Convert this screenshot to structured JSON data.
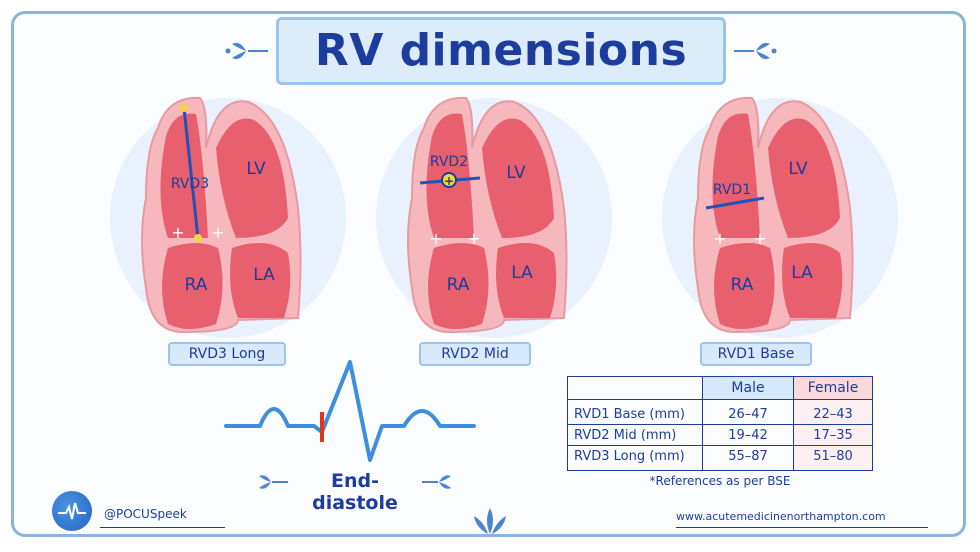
{
  "title": "RV dimensions",
  "views": [
    {
      "caption": "RVD3 Long",
      "measure": "RVD3",
      "chambers": {
        "lv": "LV",
        "ra": "RA",
        "la": "LA"
      }
    },
    {
      "caption": "RVD2 Mid",
      "measure": "RVD2",
      "chambers": {
        "lv": "LV",
        "ra": "RA",
        "la": "LA"
      }
    },
    {
      "caption": "RVD1 Base",
      "measure": "RVD1",
      "chambers": {
        "lv": "LV",
        "ra": "RA",
        "la": "LA"
      }
    }
  ],
  "ecg_label": "End-diastole",
  "reference_table": {
    "headers": {
      "blank": "",
      "male": "Male",
      "female": "Female"
    },
    "rows": [
      {
        "name": "RVD1 Base (mm)",
        "male": "26–47",
        "female": "22–43"
      },
      {
        "name": "RVD2 Mid (mm)",
        "male": "19–42",
        "female": "17–35"
      },
      {
        "name": "RVD3 Long (mm)",
        "male": "55–87",
        "female": "51–80"
      }
    ],
    "note": "*References as per BSE"
  },
  "footer": {
    "handle": "@POCUSpeek",
    "website": "www.acutemedicinenorthampton.com"
  },
  "colors": {
    "heart": "#e8606e",
    "heart_light": "#f6b8bd",
    "measure_line": "#2450b8",
    "accent_blue": "#1c3d9e",
    "ecg": "#3d8ee0",
    "ecg_marker": "#e0341c"
  }
}
